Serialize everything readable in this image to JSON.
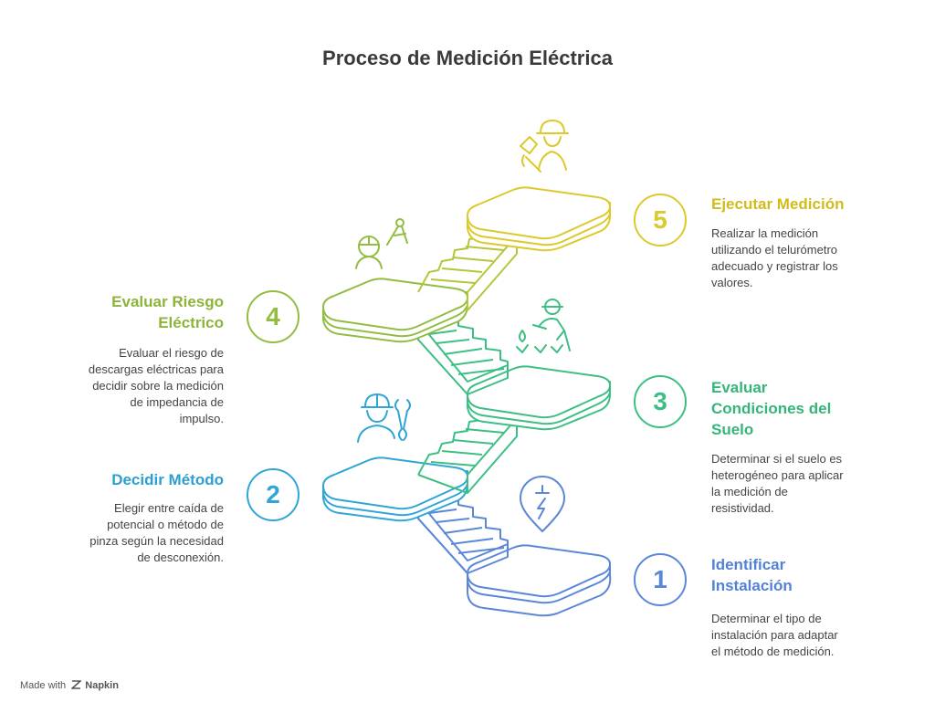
{
  "title": "Proceso de Medición Eléctrica",
  "footer": {
    "made_with": "Made with",
    "brand": "Napkin",
    "brand_icon": "napkin-logo-icon"
  },
  "steps": [
    {
      "number": "1",
      "title_lines": [
        "Identificar",
        "Instalación"
      ],
      "desc_lines": [
        "Determinar el tipo de",
        "instalación para adaptar",
        "el método de medición."
      ],
      "color": "#5b87d9",
      "icon": "location-bolt-icon"
    },
    {
      "number": "2",
      "title_lines": [
        "Decidir Método"
      ],
      "desc_lines": [
        "Elegir entre caída de",
        "potencial o método de",
        "pinza según la necesidad",
        "de desconexión."
      ],
      "color": "#2fa6d6",
      "icon": "worker-wrench-icon"
    },
    {
      "number": "3",
      "title_lines": [
        "Evaluar",
        "Condiciones del",
        "Suelo"
      ],
      "desc_lines": [
        "Determinar si el suelo es",
        "heterogéneo para aplicar",
        "la medición de",
        "resistividad."
      ],
      "color": "#3dbf84",
      "icon": "worker-soil-icon"
    },
    {
      "number": "4",
      "title_lines": [
        "Evaluar Riesgo",
        "Eléctrico"
      ],
      "desc_lines": [
        "Evaluar el riesgo de",
        "descargas eléctricas para",
        "decidir sobre la medición",
        "de impedancia de",
        "impulso."
      ],
      "color": "#92bd40",
      "icon": "engineer-compass-icon"
    },
    {
      "number": "5",
      "title_lines": [
        "Ejecutar Medición"
      ],
      "desc_lines": [
        "Realizar la medición",
        "utilizando el telurómetro",
        "adecuado y registrar los",
        "valores."
      ],
      "color": "#dcc92c",
      "icon": "worker-measuring-icon"
    }
  ]
}
